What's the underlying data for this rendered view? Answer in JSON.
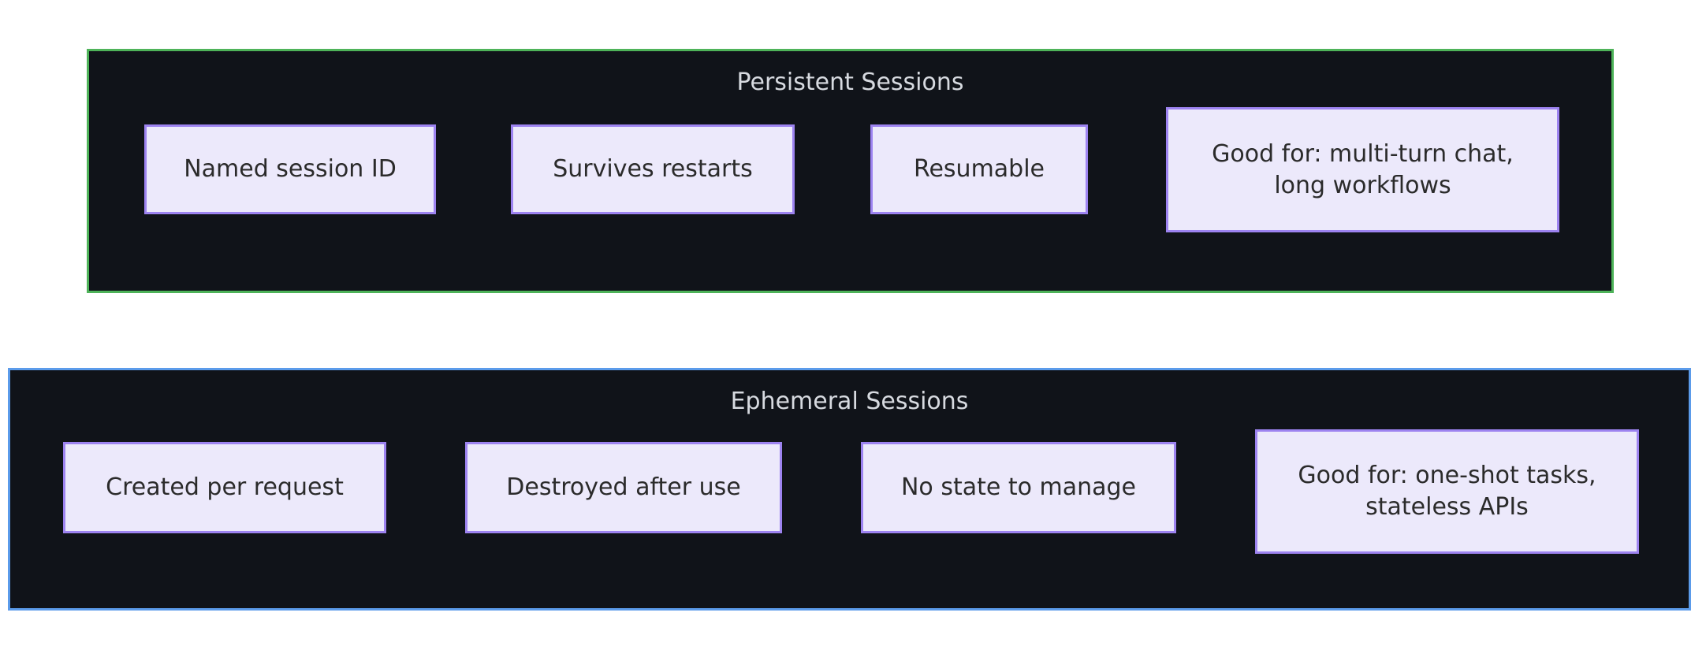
{
  "diagram": {
    "type": "flowchart-subgraphs",
    "background": "#ffffff",
    "clusters": [
      {
        "id": "persistent",
        "title": "Persistent Sessions",
        "border_color": "#4eb359",
        "fill_color": "#101319",
        "title_color": "#d7dae0",
        "nodes": [
          {
            "id": "named-session-id",
            "label": "Named session ID"
          },
          {
            "id": "survives-restarts",
            "label": "Survives restarts"
          },
          {
            "id": "resumable",
            "label": "Resumable"
          },
          {
            "id": "good-for-persistent",
            "label": "Good for: multi-turn chat,\nlong workflows"
          }
        ]
      },
      {
        "id": "ephemeral",
        "title": "Ephemeral Sessions",
        "border_color": "#5b9bea",
        "fill_color": "#101319",
        "title_color": "#d7dae0",
        "nodes": [
          {
            "id": "created-per-request",
            "label": "Created per request"
          },
          {
            "id": "destroyed-after-use",
            "label": "Destroyed after use"
          },
          {
            "id": "no-state-to-manage",
            "label": "No state to manage"
          },
          {
            "id": "good-for-ephemeral",
            "label": "Good for: one-shot tasks,\nstateless APIs"
          }
        ]
      }
    ],
    "node_style": {
      "fill_color": "#ece9fb",
      "border_color": "#9d83f0",
      "text_color": "#2b2b2b"
    }
  }
}
